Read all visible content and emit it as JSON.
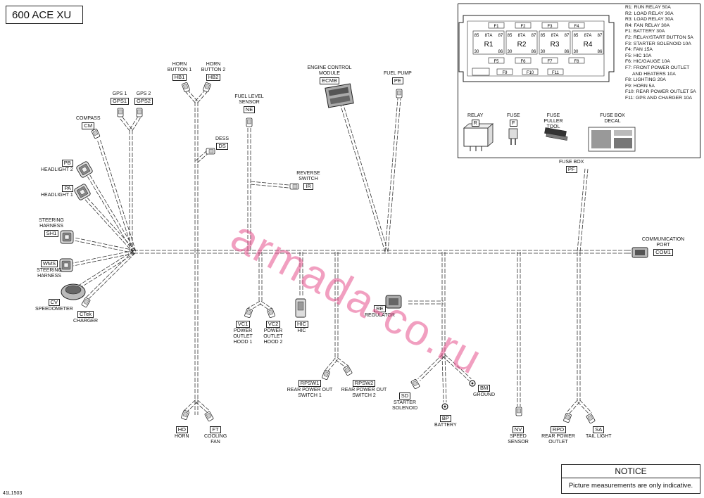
{
  "title": "600 ACE XU",
  "doc_id": "41L1503",
  "watermark": "armada-co.ru",
  "notice": {
    "heading": "NOTICE",
    "text": "Picture measurements are only indicative."
  },
  "fuse_list": [
    "R1: RUN RELAY 50A",
    "R2: LOAD RELAY 30A",
    "R3: LOAD RELAY 30A",
    "R4: FAN RELAY 30A",
    "F1: BATTERY 30A",
    "F2: RELAY/START BUTTON 5A",
    "F3: STARTER SOLENOID 10A",
    "F4: FAN 15A",
    "F5: HIC 10A",
    "F6: HIC/GAUGE 10A",
    "F7: FRONT POWER OUTLET",
    "AND HEATERS 10A",
    "F8: LIGHTING 20A",
    "F9: HORN 5A",
    "F10: REAR POWER OUTLET 5A",
    "F11: GPS AND CHARGER 10A"
  ],
  "fusebox": {
    "top_fuses": [
      "F1",
      "F2",
      "F3",
      "F4"
    ],
    "relays": [
      "R1",
      "R2",
      "R3",
      "R4"
    ],
    "mid_fuses": [
      "F5",
      "F6",
      "F7",
      "F8"
    ],
    "bottom_fuses": [
      "F9",
      "F10",
      "F11"
    ],
    "pin_labels": [
      "85",
      "87A",
      "87",
      "30",
      "86"
    ]
  },
  "legend": {
    "relay": {
      "name": "RELAY",
      "code": "R"
    },
    "fuse": {
      "name": "FUSE",
      "code": "F"
    },
    "puller": {
      "name": "FUSE PULLER TOOL"
    },
    "decal": {
      "name": "FUSE BOX DECAL"
    }
  },
  "connectors": {
    "compass": {
      "name": "COMPASS",
      "code": "CM"
    },
    "gps1": {
      "name": "GPS 1",
      "code": "GPS1"
    },
    "gps2": {
      "name": "GPS 2",
      "code": "GPS2"
    },
    "hb1": {
      "name": "HORN BUTTON 1",
      "code": "HB1"
    },
    "hb2": {
      "name": "HORN BUTTON 2",
      "code": "HB2"
    },
    "ds": {
      "name": "DESS",
      "code": "DS"
    },
    "ne": {
      "name": "FUEL LEVEL SENSOR",
      "code": "NE"
    },
    "ecmb": {
      "name": "ENGINE CONTROL MODULE",
      "code": "ECMB"
    },
    "pe": {
      "name": "FUEL PUMP",
      "code": "PE"
    },
    "ir": {
      "name": "REVERSE SWITCH",
      "code": "IR"
    },
    "pb": {
      "name": "HEADLIGHT 2",
      "code": "PB"
    },
    "pa": {
      "name": "HEADLIGHT 1",
      "code": "PA"
    },
    "sh1": {
      "name": "STEERING HARNESS",
      "code": "SH1"
    },
    "wms": {
      "name": "STEERING HARNESS",
      "code": "WMS"
    },
    "cv": {
      "name": "SPEEDOMETER",
      "code": "CV"
    },
    "ctek": {
      "name": "CHARGER",
      "code": "CTek"
    },
    "pf": {
      "name": "FUSE BOX",
      "code": "PF"
    },
    "com1": {
      "name": "COMMUNICATION PORT",
      "code": "COM1"
    },
    "vc1": {
      "name": "POWER OUTLET HOOD 1",
      "code": "VC1"
    },
    "vc2": {
      "name": "POWER OUTLET HOOD 2",
      "code": "VC2"
    },
    "hic": {
      "name": "HIC",
      "code": "HIC"
    },
    "re": {
      "name": "REGULATOR",
      "code": "RE"
    },
    "rpsw1": {
      "name": "REAR POWER OUT SWITCH 1",
      "code": "RPSW1"
    },
    "rpsw2": {
      "name": "REAR POWER OUT SWITCH 2",
      "code": "RPSW2"
    },
    "bm": {
      "name": "GROUND",
      "code": "BM"
    },
    "sd": {
      "name": "STARTER SOLENOID",
      "code": "SD"
    },
    "bp": {
      "name": "BATTERY",
      "code": "BP"
    },
    "nv": {
      "name": "SPEED SENSOR",
      "code": "NV"
    },
    "rpo": {
      "name": "REAR POWER OUTLET",
      "code": "RPO"
    },
    "sa": {
      "name": "TAIL LIGHT",
      "code": "SA"
    },
    "ho": {
      "name": "HORN",
      "code": "HO"
    },
    "ft": {
      "name": "COOLING FAN",
      "code": "FT"
    }
  }
}
